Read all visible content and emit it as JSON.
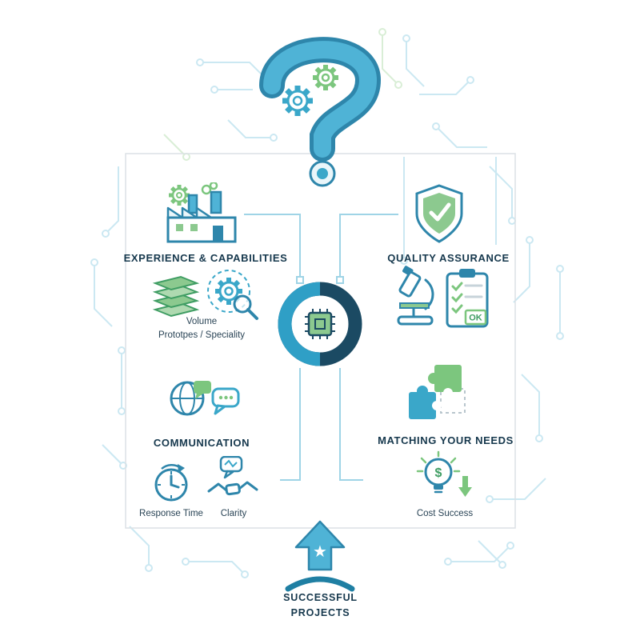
{
  "colors": {
    "blue": "#3aa7c9",
    "teal_dark": "#2e86ab",
    "navy": "#1b4a63",
    "green": "#7cc67e",
    "green_dark": "#3f9d63",
    "trace_blue": "#cbe8f2",
    "trace_green": "#d9eed6",
    "frame": "#dce1e5",
    "text": "#16384d"
  },
  "header": {
    "icon": "question-mark-with-gears-icon"
  },
  "center": {
    "icon": "microchip-donut-icon"
  },
  "quadrants": {
    "experience": {
      "title": "EXPERIENCE & CAPABILITIES",
      "icon": "factory-gears-icon",
      "sub_icons": [
        "layers-icon",
        "gear-magnifier-icon"
      ],
      "label_line1": "Volume",
      "label_line2": "Prototpes / Speciality"
    },
    "quality": {
      "title": "QUALITY ASSURANCE",
      "icon": "shield-check-icon",
      "sub_icons": [
        "microscope-icon",
        "clipboard-check-icon"
      ],
      "badge": "OK"
    },
    "communication": {
      "title": "COMMUNICATION",
      "icon": "globe-chat-icon",
      "items": [
        {
          "label": "Response Time",
          "icon": "clock-icon"
        },
        {
          "label": "Clarity",
          "icon": "handshake-icon"
        }
      ]
    },
    "needs": {
      "title": "MATCHING YOUR NEEDS",
      "icon": "puzzle-icon",
      "items": [
        {
          "label": "Cost Success",
          "icon": "bulb-dollar-arrow-icon"
        }
      ]
    }
  },
  "footer": {
    "line1": "SUCCESSFUL",
    "line2": "PROJECTS",
    "icon": "up-arrow-star-icon",
    "star_glyph": "★"
  },
  "glyphs": {
    "ok": "OK",
    "dollar": "$"
  }
}
